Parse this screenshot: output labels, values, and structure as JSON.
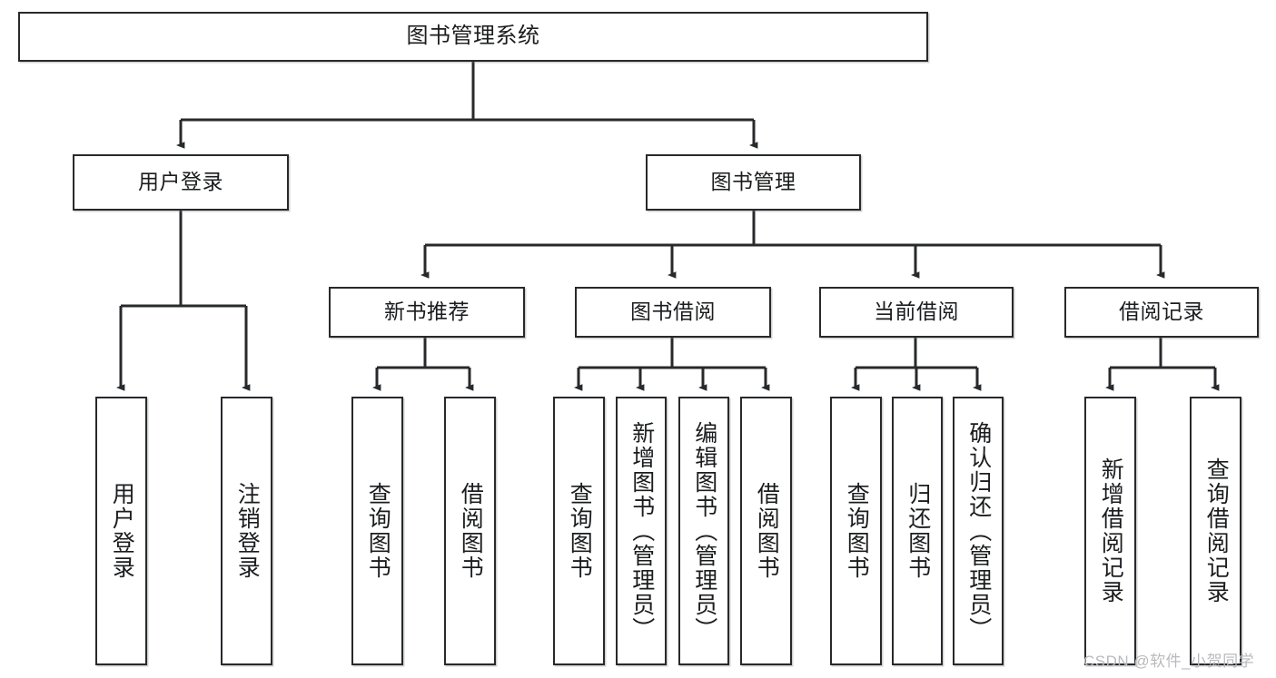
{
  "diagram": {
    "title": "图书管理系统",
    "levels": {
      "root": {
        "label": "图书管理系统"
      },
      "level2": [
        {
          "label": "用户登录"
        },
        {
          "label": "图书管理"
        }
      ],
      "level3": [
        {
          "label": "新书推荐"
        },
        {
          "label": "图书借阅"
        },
        {
          "label": "当前借阅"
        },
        {
          "label": "借阅记录"
        }
      ],
      "leaves_user_login": [
        {
          "label": "用户登录"
        },
        {
          "label": "注销登录"
        }
      ],
      "leaves_new_book": [
        {
          "label": "查询图书"
        },
        {
          "label": "借阅图书"
        }
      ],
      "leaves_borrow": [
        {
          "label": "查询图书"
        },
        {
          "label": "新增图书（管理员）"
        },
        {
          "label": "编辑图书（管理员）"
        },
        {
          "label": "借阅图书"
        }
      ],
      "leaves_current": [
        {
          "label": "查询图书"
        },
        {
          "label": "归还图书"
        },
        {
          "label": "确认归还（管理员）"
        }
      ],
      "leaves_records": [
        {
          "label": "新增借阅记录"
        },
        {
          "label": "查询借阅记录"
        }
      ]
    },
    "watermark": "CSDN @软件_小贺同学",
    "colors": {
      "border": "#27292b",
      "background": "#ffffff",
      "text": "#1b1c1e",
      "edge": "#27292b",
      "watermark": "#b9babd"
    }
  }
}
